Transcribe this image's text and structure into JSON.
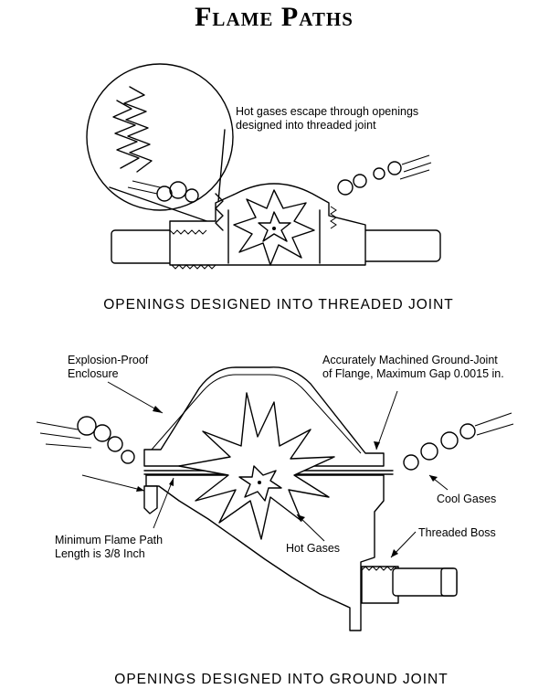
{
  "title": "Flame Paths",
  "top_figure": {
    "callout": [
      "Hot gases escape through openings",
      "designed into threaded joint"
    ],
    "caption": "OPENINGS DESIGNED INTO THREADED JOINT"
  },
  "bottom_figure": {
    "enclosure_label": [
      "Explosion-Proof",
      "Enclosure"
    ],
    "flange_label": [
      "Accurately Machined Ground-Joint",
      "of Flange, Maximum Gap 0.0015 in."
    ],
    "cool_gases": "Cool Gases",
    "threaded_boss": "Threaded Boss",
    "flame_path": [
      "Minimum Flame Path",
      "Length is 3/8 Inch"
    ],
    "hot_gases": "Hot Gases",
    "caption": "OPENINGS DESIGNED INTO GROUND JOINT"
  },
  "colors": {
    "ink": "#000000",
    "paper": "#ffffff"
  }
}
